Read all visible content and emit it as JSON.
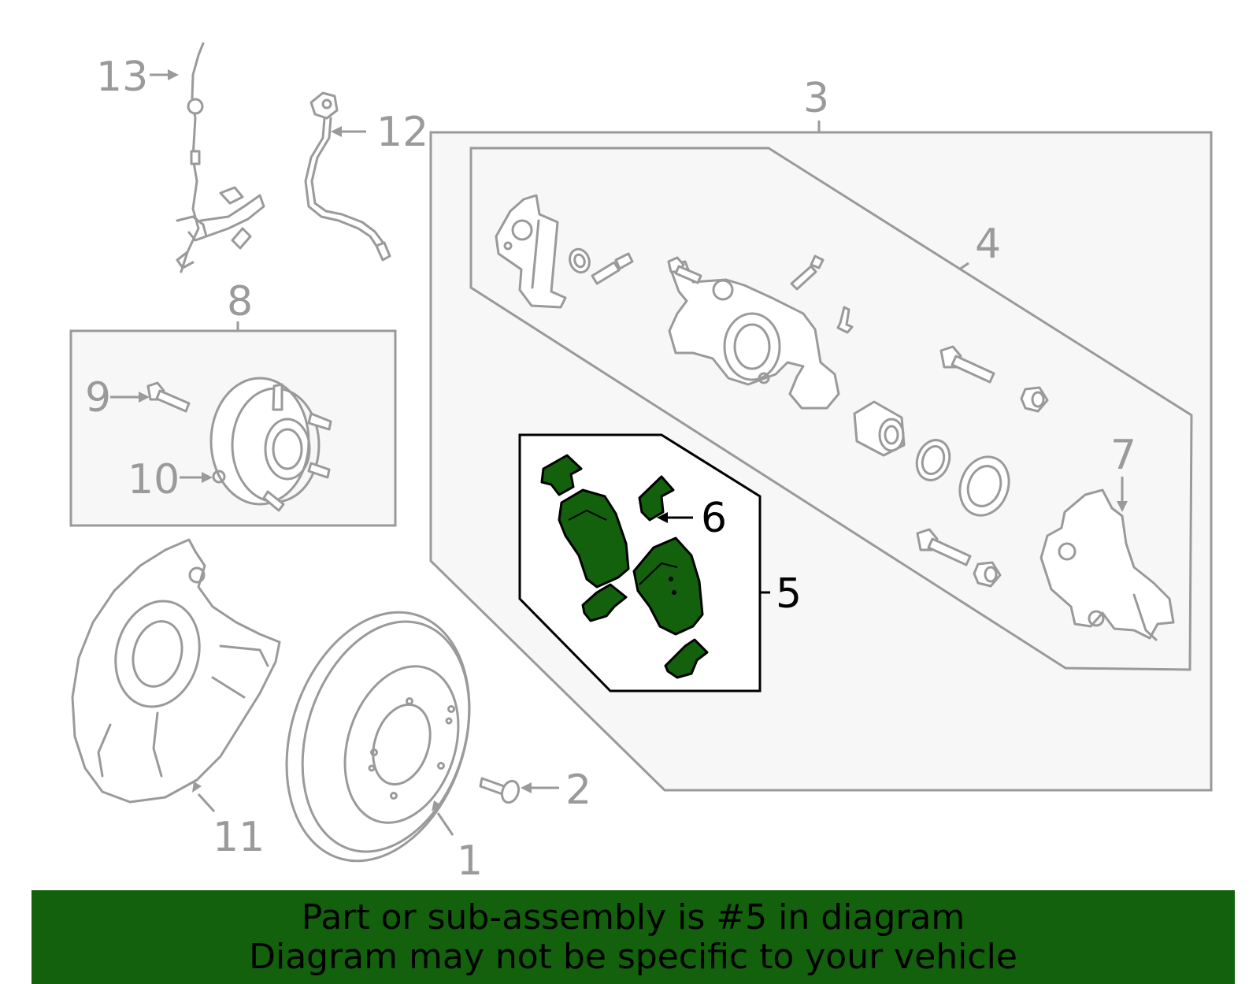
{
  "callouts": {
    "c1": "1",
    "c2": "2",
    "c3": "3",
    "c4": "4",
    "c5": "5",
    "c6": "6",
    "c7": "7",
    "c8": "8",
    "c9": "9",
    "c10": "10",
    "c11": "11",
    "c12": "12",
    "c13": "13"
  },
  "highlight": {
    "callout": "5",
    "color": "#13600d"
  },
  "banner": {
    "line1": "Part or sub-assembly is #5 in diagram",
    "line2": "Diagram may not be specific to your vehicle"
  }
}
